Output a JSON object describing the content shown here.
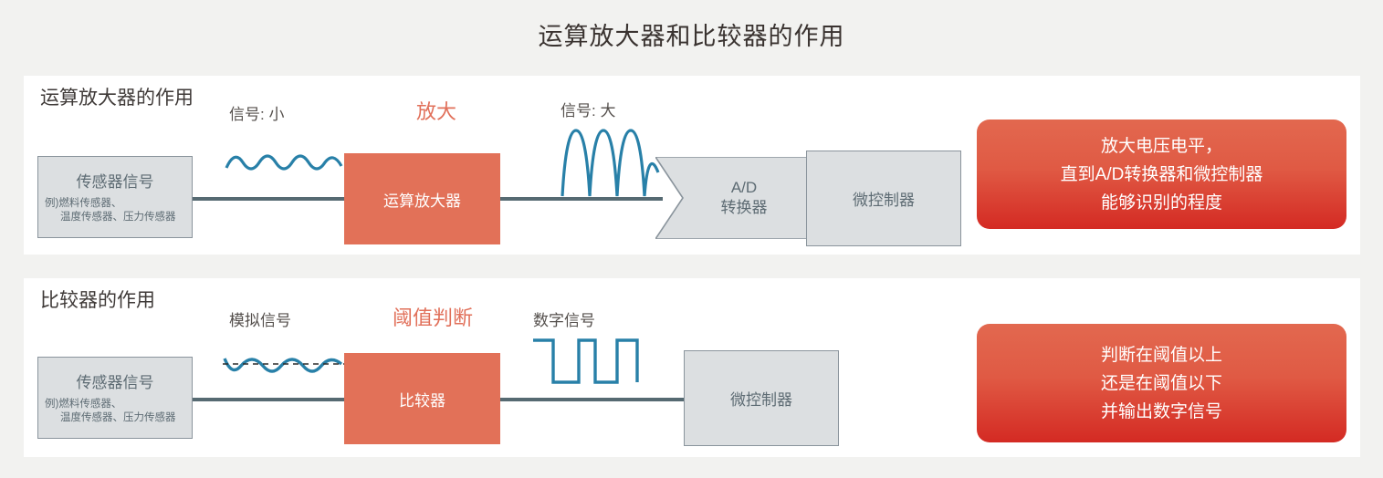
{
  "page": {
    "title": "运算放大器和比较器的作用",
    "background": "#f2f2f0",
    "accent_orange": "#e27158",
    "accent_red": "#d42a23",
    "wave_color": "#2880a8",
    "wire_color": "#566a72",
    "grey_box_fill": "#dcdfe1"
  },
  "sections": [
    {
      "heading": "运算放大器的作用",
      "sensor": {
        "title": "传感器信号",
        "sub_line1": "例)燃料传感器、",
        "sub_line2": "温度传感器、压力传感器"
      },
      "input_signal_caption": "信号: 小",
      "device_caption": "放大",
      "device_label": "运算放大器",
      "output_signal_caption": "信号: 大",
      "adc_label_line1": "A/D",
      "adc_label_line2": "转换器",
      "mcu_label": "微控制器",
      "callout_line1": "放大电压电平，",
      "callout_line2": "直到A/D转换器和微控制器",
      "callout_line3": "能够识别的程度"
    },
    {
      "heading": "比较器的作用",
      "sensor": {
        "title": "传感器信号",
        "sub_line1": "例)燃料传感器、",
        "sub_line2": "温度传感器、压力传感器"
      },
      "input_signal_caption": "模拟信号",
      "device_caption": "阈值判断",
      "device_label": "比较器",
      "output_signal_caption": "数字信号",
      "mcu_label": "微控制器",
      "callout_line1": "判断在阈值以上",
      "callout_line2": "还是在阈值以下",
      "callout_line3": "并输出数字信号"
    }
  ]
}
